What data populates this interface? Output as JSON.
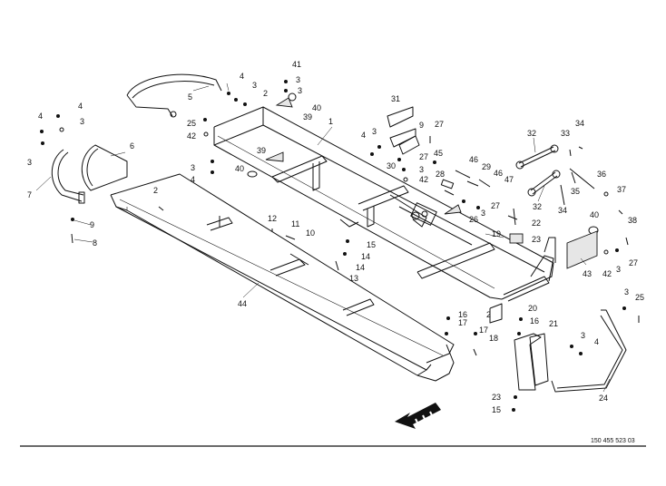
{
  "drawing_number": "150 455 523 03",
  "direction_arrow": "travel-direction-arrow-icon",
  "callouts": {
    "c1": "1",
    "c2a": "2",
    "c2b": "2",
    "c2c": "2",
    "c3a": "3",
    "c3b": "3",
    "c3c": "3",
    "c3d": "3",
    "c3e": "3",
    "c3f": "3",
    "c3g": "3",
    "c3h": "3",
    "c3i": "3",
    "c3j": "3",
    "c4a": "4",
    "c4b": "4",
    "c4c": "4",
    "c4d": "4",
    "c4e": "4",
    "c4f": "4",
    "c5": "5",
    "c6": "6",
    "c7": "7",
    "c8": "8",
    "c9a": "9",
    "c9b": "9",
    "c10": "10",
    "c11": "11",
    "c12": "12",
    "c13": "13",
    "c14a": "14",
    "c14b": "14",
    "c15a": "15",
    "c15b": "15",
    "c16a": "16",
    "c16b": "16",
    "c17a": "17",
    "c17b": "17",
    "c18": "18",
    "c19": "19",
    "c20": "20",
    "c21": "21",
    "c22": "22",
    "c23a": "23",
    "c23b": "23",
    "c24": "24",
    "c25a": "25",
    "c25b": "25",
    "c26": "26",
    "c27a": "27",
    "c27b": "27",
    "c27c": "27",
    "c27d": "27",
    "c28": "28",
    "c29": "29",
    "c30": "30",
    "c31": "31",
    "c32a": "32",
    "c32b": "32",
    "c33": "33",
    "c34a": "34",
    "c34b": "34",
    "c35": "35",
    "c36": "36",
    "c37": "37",
    "c38": "38",
    "c39a": "39",
    "c39b": "39",
    "c40a": "40",
    "c40b": "40",
    "c40c": "40",
    "c41": "41",
    "c42a": "42",
    "c42b": "42",
    "c42c": "42",
    "c43": "43",
    "c44": "44",
    "c45": "45",
    "c46a": "46",
    "c46b": "46",
    "c47": "47"
  }
}
